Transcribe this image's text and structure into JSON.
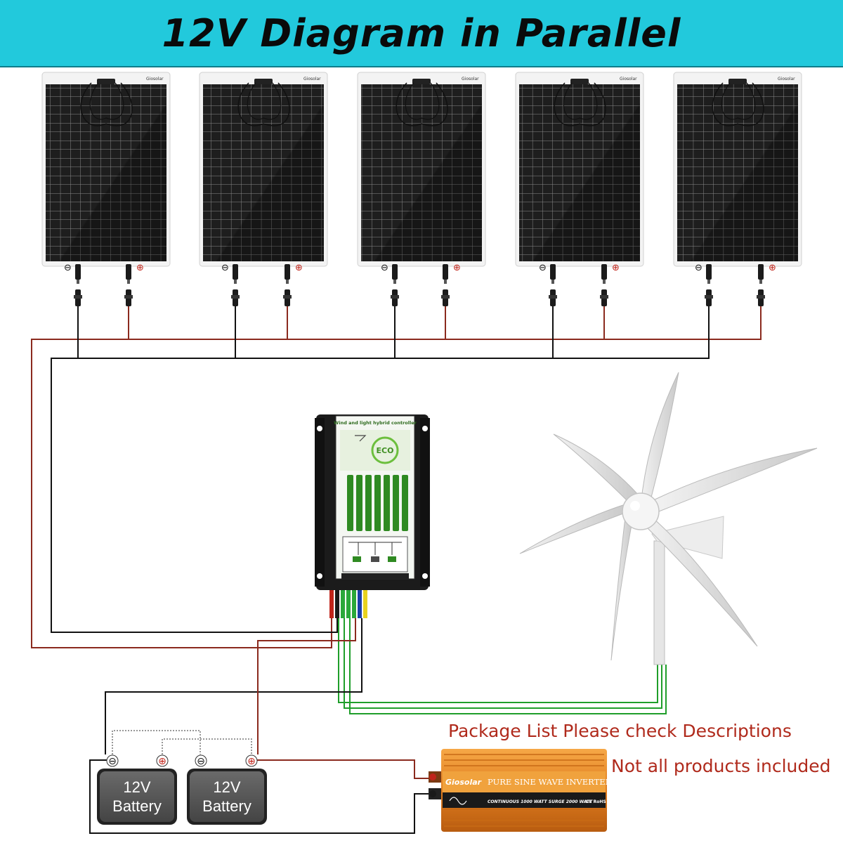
{
  "title": "12V Diagram in Parallel",
  "panels": [
    {
      "brand": "Giosolar",
      "neg": "⊖",
      "pos": "⊕"
    },
    {
      "brand": "Giosolar",
      "neg": "⊖",
      "pos": "⊕"
    },
    {
      "brand": "Giosolar",
      "neg": "⊖",
      "pos": "⊕"
    },
    {
      "brand": "Giosolar",
      "neg": "⊖",
      "pos": "⊕"
    },
    {
      "brand": "Giosolar",
      "neg": "⊖",
      "pos": "⊕"
    }
  ],
  "controller": {
    "header": "Wind and light hybrid controller",
    "badge": "ECO"
  },
  "batteries": [
    {
      "voltage": "12V",
      "label": "Battery",
      "neg": "⊖",
      "pos": "⊕"
    },
    {
      "voltage": "12V",
      "label": "Battery",
      "neg": "⊖",
      "pos": "⊕"
    }
  ],
  "inverter": {
    "brand": "Giosolar",
    "model": "PURE SINE WAVE INVERTER",
    "spec": "CONTINUOUS 1000 WATT SURGE 2000 WATT",
    "cert": "CE RoHS"
  },
  "captions": {
    "package": "Package List Please check Descriptions",
    "note": "Not all products included"
  },
  "colors": {
    "banner": "#22c9dc",
    "positive_wire": "#8b2a1e",
    "negative_wire": "#111111",
    "turbine_wire": "#1f9e2a",
    "caption": "#b02a1c",
    "inverter_body": "#e8892a"
  }
}
